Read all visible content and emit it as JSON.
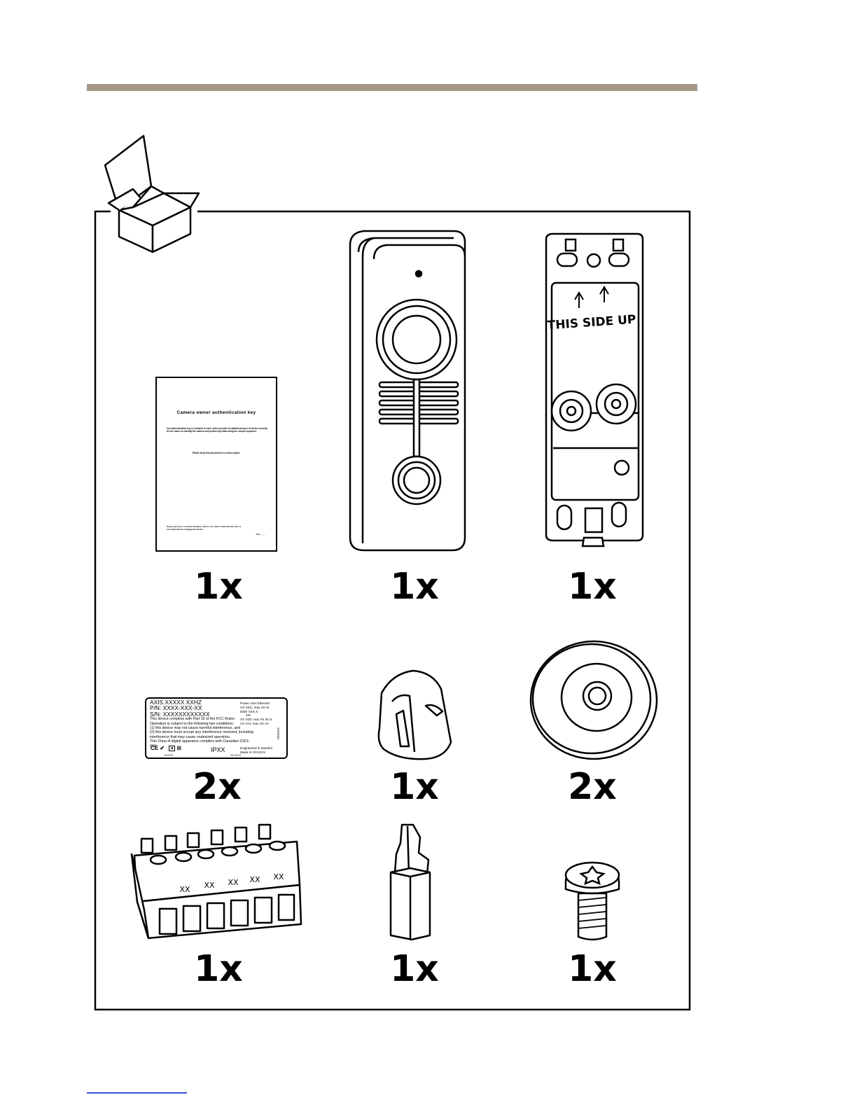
{
  "items": [
    {
      "quantity": "1x"
    },
    {
      "quantity": "1x"
    },
    {
      "quantity": "1x"
    },
    {
      "quantity": "2x"
    },
    {
      "quantity": "1x"
    },
    {
      "quantity": "2x"
    },
    {
      "quantity": "1x"
    },
    {
      "quantity": "1x"
    },
    {
      "quantity": "1x"
    }
  ],
  "document": {
    "title": "Camera owner authentication key",
    "body": "Our authentication key is included in each unit to provide an additional layer of device security for the owner to identify the camera and protect any data using the unique sequence.",
    "note": "Please keep this document in a secure place.",
    "footer": "Keep your key in a secure location, and do not share it with anyone who is not authorized to manage the device.",
    "signature": "Axis_____"
  },
  "mount": {
    "label": "THIS SIDE UP"
  },
  "connector": {
    "pins": [
      "XX",
      "XX",
      "XX",
      "XX",
      "XX"
    ]
  },
  "product_label": {
    "model": "AXIS XXXXX XXHZ",
    "pn": "P/N: XXXX-XXX-XX",
    "sn": "S/N: XXXXXXXXXXXX",
    "fcc_lines": [
      "This device complies with Part 15 of the FCC Rules.",
      "Operation is subject to the following two conditions:",
      "(1) this device may not cause harmful interference, and",
      "(2) this device must accept any interference received, including",
      "interference that may cause undesired operation.",
      "This Class A digital apparatus complies with Canadian ICES-003."
    ],
    "power_lines": [
      "Power over Ethernet",
      "XX VDC, max XX W",
      "IEEE XXX.X",
      "OR",
      "XX VDC max XX W or",
      "XX VAC max XX VA"
    ],
    "ce": "CE",
    "n_code": "N1202",
    "ip": "IPXX",
    "pa": "PA-XXXX",
    "engineered": "Engineered in Sweden",
    "made": "Made in XXXXXX",
    "side_code": "XXXXXX"
  }
}
